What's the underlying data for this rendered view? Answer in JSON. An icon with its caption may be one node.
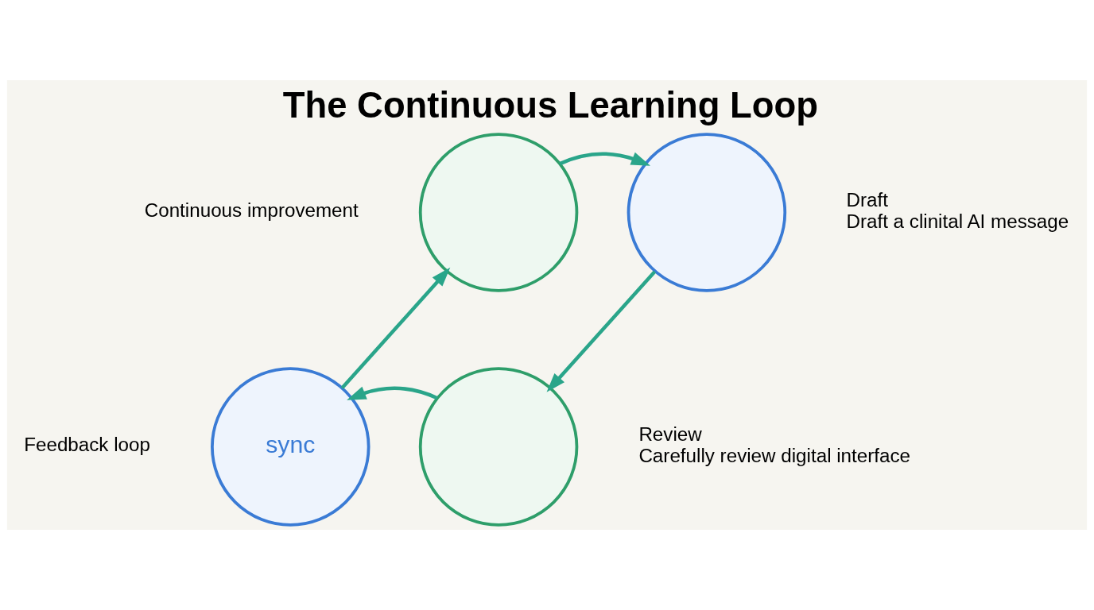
{
  "diagram": {
    "title": "The Continuous Learning Loop",
    "nodes": [
      {
        "text": [],
        "shape": "circle",
        "beside": [
          "Continuous improvement"
        ]
      },
      {
        "text": [],
        "shape": "circle",
        "beside": [
          "Draft",
          "Draft a clinital AI message"
        ]
      },
      {
        "text": [],
        "shape": "circle",
        "beside": [
          "Review",
          "Carefully review digital interface"
        ]
      },
      {
        "text": [
          "sync"
        ],
        "beside": [
          "Feedback loop"
        ]
      }
    ],
    "edges": [
      {
        "from": 0,
        "to": 1,
        "arrow": "to"
      },
      {
        "from": 1,
        "to": 2,
        "arrow": "to"
      },
      {
        "from": 2,
        "to": 3,
        "arrow": "to"
      },
      {
        "from": 3,
        "to": 0,
        "arrow": "to"
      }
    ]
  }
}
